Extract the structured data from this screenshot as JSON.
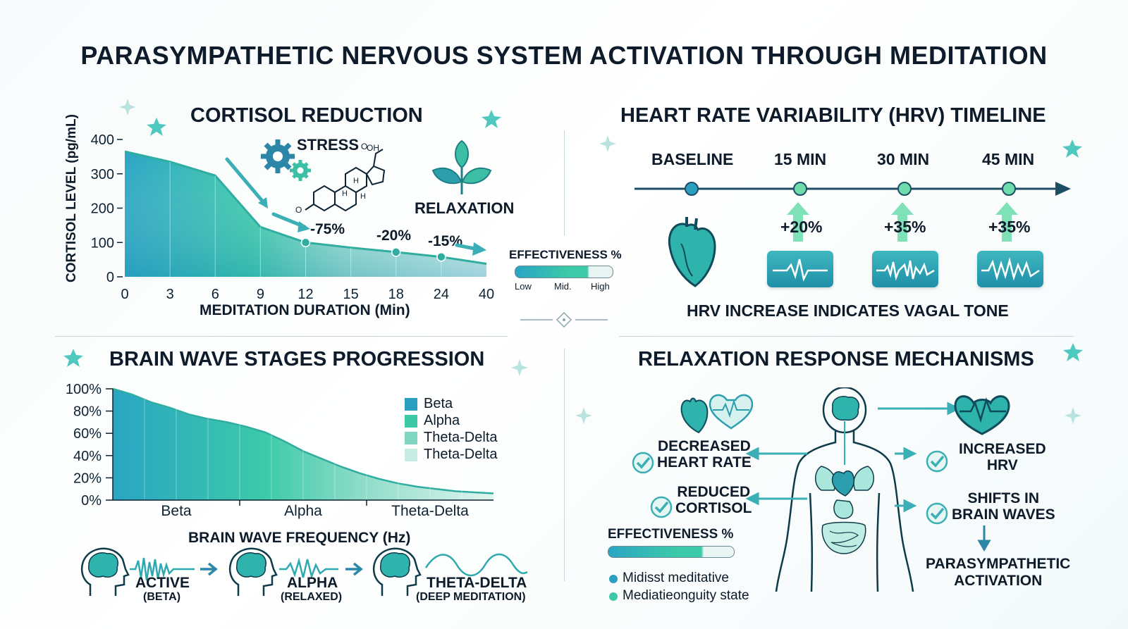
{
  "title": "PARASYMPATHETIC NERVOUS SYSTEM ACTIVATION THROUGH MEDITATION",
  "colors": {
    "teal_dark": "#1f8fa8",
    "teal": "#3dc8a6",
    "mint": "#bfeee0",
    "navy": "#0d2233",
    "arrow": "#3aafb5"
  },
  "cortisol": {
    "title": "CORTISOL REDUCTION",
    "stress_label": "STRESS",
    "relax_label": "RELAXATION",
    "molecule_oh": "OH",
    "molecule_o": "O",
    "molecule_h": "H",
    "effectiveness": {
      "title": "EFFECTIVENESS %",
      "low": "Low",
      "mid": "Mid.",
      "high": "High"
    }
  },
  "chart_data": [
    {
      "type": "area",
      "title": "CORTISOL REDUCTION",
      "xlabel": "MEDITATION DURATION (Min)",
      "ylabel": "CORTISOL LEVEL (pg/mL)",
      "ylim": [
        0,
        400
      ],
      "yticks": [
        "0",
        "100",
        "200",
        "300",
        "400"
      ],
      "categories": [
        "0",
        "3",
        "6",
        "9",
        "12",
        "15",
        "18",
        "24",
        "40"
      ],
      "values": [
        365,
        335,
        295,
        145,
        100,
        85,
        72,
        58,
        38
      ],
      "annotations": [
        "-75%",
        "-20%",
        "-15%"
      ]
    },
    {
      "type": "area",
      "title": "BRAIN WAVE STAGES PROGRESSION",
      "xlabel": "BRAIN WAVE FREQUENCY (Hz)",
      "ylabel": "",
      "ylim": [
        0,
        100
      ],
      "yticks": [
        "0%",
        "20%",
        "40%",
        "60%",
        "80%",
        "100%"
      ],
      "categories": [
        "Beta",
        "Alpha",
        "Theta-Delta"
      ],
      "values": [
        100,
        95,
        88,
        83,
        77,
        73,
        70,
        66,
        61,
        53,
        44,
        37,
        30,
        24,
        19,
        15,
        12,
        10,
        8,
        7,
        6
      ],
      "legend": [
        "Beta",
        "Alpha",
        "Theta-Delta",
        "Theta-Delta"
      ],
      "legend_colors": [
        "#2a9fc0",
        "#3dc8a6",
        "#7fd7c2",
        "#c7ece3"
      ]
    }
  ],
  "hrv": {
    "title": "HEART RATE VARIABILITY (HRV) TIMELINE",
    "stages": [
      "BASELINE",
      "15 MIN",
      "30 MIN",
      "45 MIN"
    ],
    "increases": [
      "+20%",
      "+35%",
      "+35%"
    ],
    "caption": "HRV INCREASE INDICATES VAGAL TONE"
  },
  "brain": {
    "title": "BRAIN WAVE STAGES PROGRESSION",
    "states": [
      {
        "name": "ACTIVE",
        "sub": "(BETA)"
      },
      {
        "name": "ALPHA",
        "sub": "(RELAXED)"
      },
      {
        "name": "THETA-DELTA",
        "sub": "(DEEP MEDITATION)"
      }
    ]
  },
  "mechanisms": {
    "title": "RELAXATION RESPONSE MECHANISMS",
    "left": [
      "DECREASED\nHEART RATE",
      "REDUCED\nCORTISOL"
    ],
    "right": [
      "INCREASED\nHRV",
      "SHIFTS IN\nBRAIN WAVES"
    ],
    "outcome": "PARASYMPATHETIC\nACTIVATION",
    "effectiveness_title": "EFFECTIVENESS %",
    "legend": [
      "Midisst meditative",
      "Mediatieonguity state"
    ]
  }
}
